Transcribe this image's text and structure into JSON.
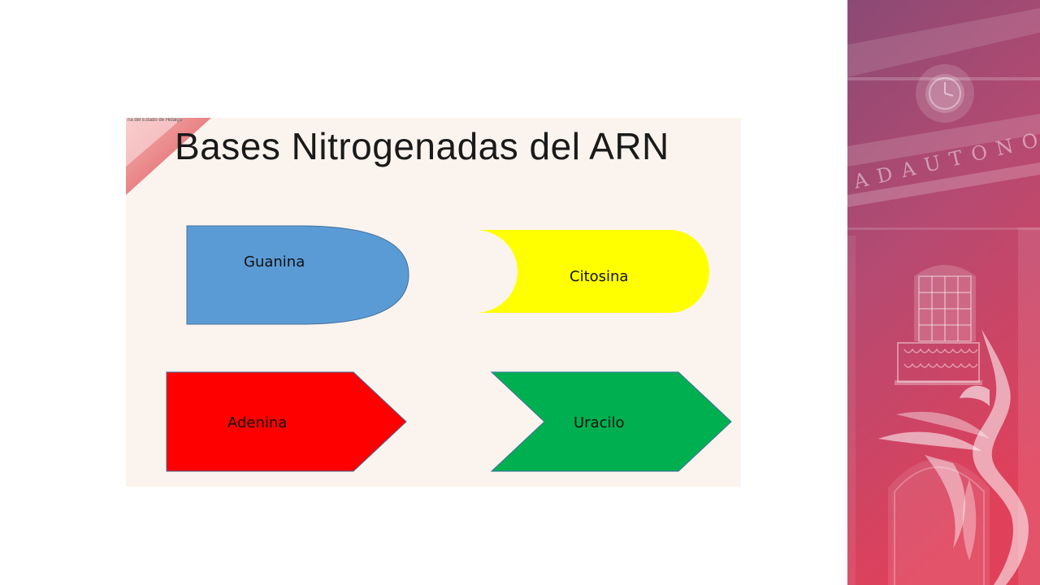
{
  "slide": {
    "header_small": "na del Estado de Hidalgo",
    "title": "Bases Nitrogenadas del ARN"
  },
  "shapes": [
    {
      "name": "Guanina",
      "shape": "delay",
      "color": "#5b9bd5"
    },
    {
      "name": "Citosina",
      "shape": "stored-data",
      "color": "#ffff00"
    },
    {
      "name": "Adenina",
      "shape": "pentagon-arrow",
      "color": "#ff0000"
    },
    {
      "name": "Uracilo",
      "shape": "chevron",
      "color": "#00b050"
    }
  ],
  "side_panel": {
    "building_inscription": "A D A U T O N O M A"
  },
  "colors": {
    "panel_top": "#8a4a74",
    "panel_bottom": "#e0405a",
    "slide_bg": "#fbf4ee"
  }
}
